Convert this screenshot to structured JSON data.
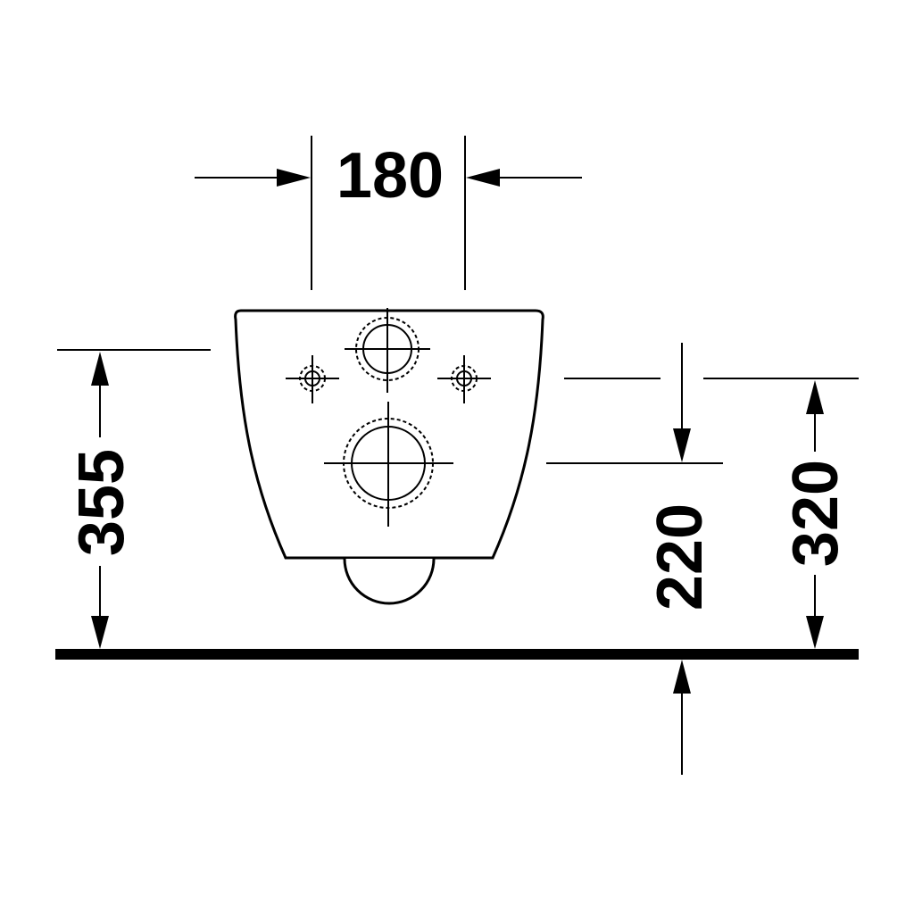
{
  "dimensions": {
    "width_top": "180",
    "height_left": "355",
    "height_inner": "220",
    "height_right": "320"
  }
}
